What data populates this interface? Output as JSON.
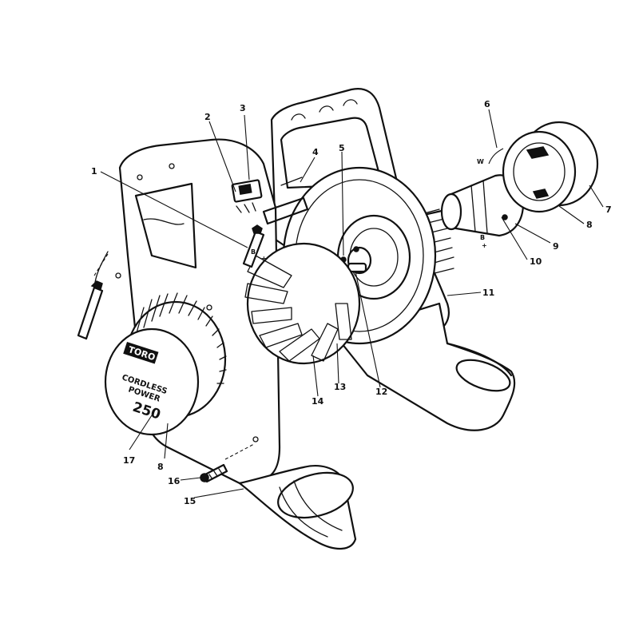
{
  "callouts": [
    {
      "id": "1",
      "text": "1"
    },
    {
      "id": "2",
      "text": "2"
    },
    {
      "id": "3",
      "text": "3"
    },
    {
      "id": "4",
      "text": "4"
    },
    {
      "id": "5",
      "text": "5"
    },
    {
      "id": "6",
      "text": "6"
    },
    {
      "id": "7",
      "text": "7"
    },
    {
      "id": "8a",
      "text": "8"
    },
    {
      "id": "8b",
      "text": "8"
    },
    {
      "id": "9",
      "text": "9"
    },
    {
      "id": "10",
      "text": "10"
    },
    {
      "id": "11",
      "text": "11"
    },
    {
      "id": "12",
      "text": "12"
    },
    {
      "id": "13",
      "text": "13"
    },
    {
      "id": "14",
      "text": "14"
    },
    {
      "id": "15",
      "text": "15"
    },
    {
      "id": "16",
      "text": "16"
    },
    {
      "id": "17",
      "text": "17"
    }
  ],
  "small_marks": {
    "b_left": "B",
    "b_right": "B",
    "w": "W"
  },
  "badge": {
    "brand": "TORO",
    "line1": "CORDLESS",
    "line2": "POWER",
    "model": "250"
  }
}
